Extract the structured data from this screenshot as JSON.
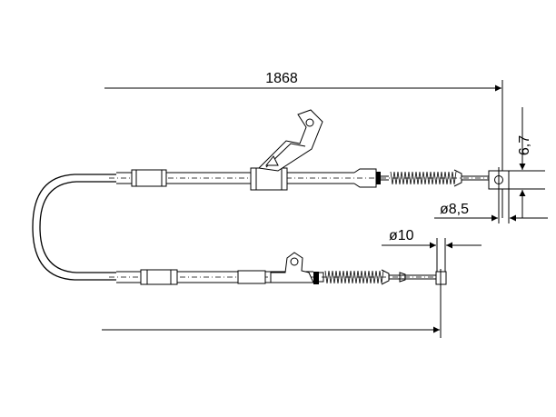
{
  "dimensions": {
    "overall_length": "1868",
    "end_offset": "6,7",
    "eye_diameter": "ø8,5",
    "nipple_diameter": "ø10"
  }
}
